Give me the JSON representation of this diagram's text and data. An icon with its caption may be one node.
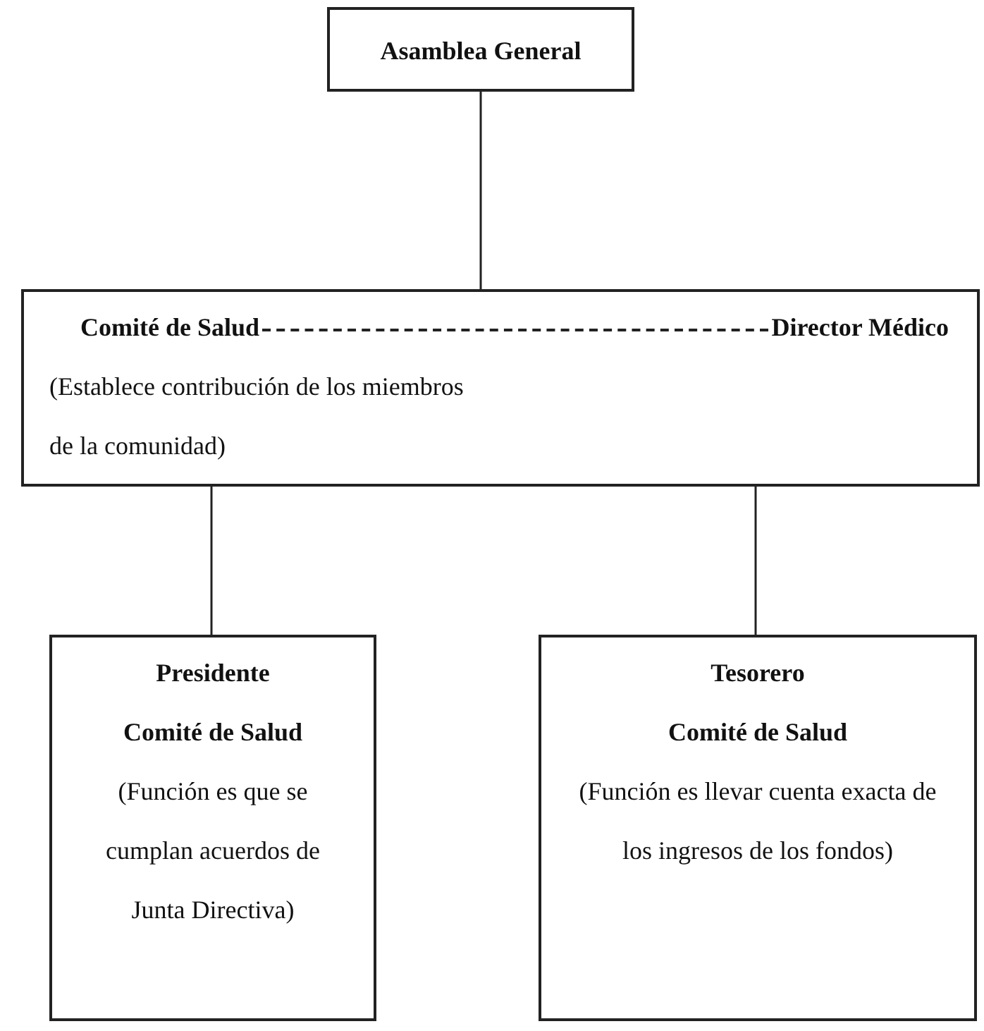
{
  "diagram": {
    "nodes": [
      {
        "text": [
          "Asamblea General"
        ]
      },
      {
        "text": [
          "Comité de Salud",
          "Director Médico",
          "(Establece contribución de los miembros de la comunidad)"
        ]
      },
      {
        "text": [
          "Presidente",
          "Comité de Salud",
          "(Función es que se cumplan acuerdos de Junta Directiva)"
        ]
      },
      {
        "text": [
          "Tesorero",
          "Comité de Salud",
          "(Función es llevar cuenta exacta de los ingresos de los fondos)"
        ]
      }
    ],
    "edges": [
      {
        "from": 0,
        "to": 1,
        "arrow": "none"
      },
      {
        "from": 1,
        "to": 2,
        "arrow": "none"
      },
      {
        "from": 1,
        "to": 3,
        "arrow": "none"
      }
    ]
  }
}
